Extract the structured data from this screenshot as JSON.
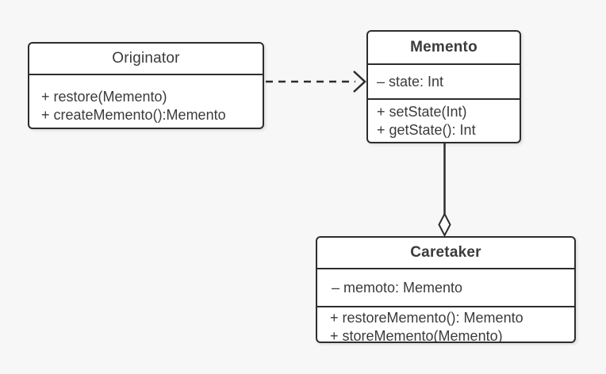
{
  "diagram": {
    "type": "uml-class-diagram",
    "pattern": "Memento",
    "colors": {
      "background": "#f7f7f8",
      "node_fill": "#ffffff",
      "stroke": "#2d2d2d",
      "text": "#3b3b3b"
    },
    "classes": [
      {
        "id": "originator",
        "name": "Originator",
        "attributes": [],
        "methods": [
          "+ restore(Memento)",
          "+ createMemento():Memento"
        ]
      },
      {
        "id": "memento",
        "name": "Memento",
        "attributes": [
          "– state: Int"
        ],
        "methods": [
          "+ setState(Int)",
          "+ getState(): Int"
        ]
      },
      {
        "id": "caretaker",
        "name": "Caretaker",
        "attributes": [
          "– memoto: Memento"
        ],
        "methods": [
          "+ restoreMemento(): Memento",
          "+ storeMemento(Memento)"
        ]
      }
    ],
    "connectors": [
      {
        "id": "originator-to-memento",
        "from": "Originator",
        "to": "Memento",
        "type": "dependency",
        "line_style": "dashed",
        "end_marker": "open-arrowhead"
      },
      {
        "id": "memento-to-caretaker",
        "from": "Memento",
        "to": "Caretaker",
        "type": "aggregation",
        "line_style": "solid",
        "end_marker": "hollow-diamond"
      }
    ]
  }
}
